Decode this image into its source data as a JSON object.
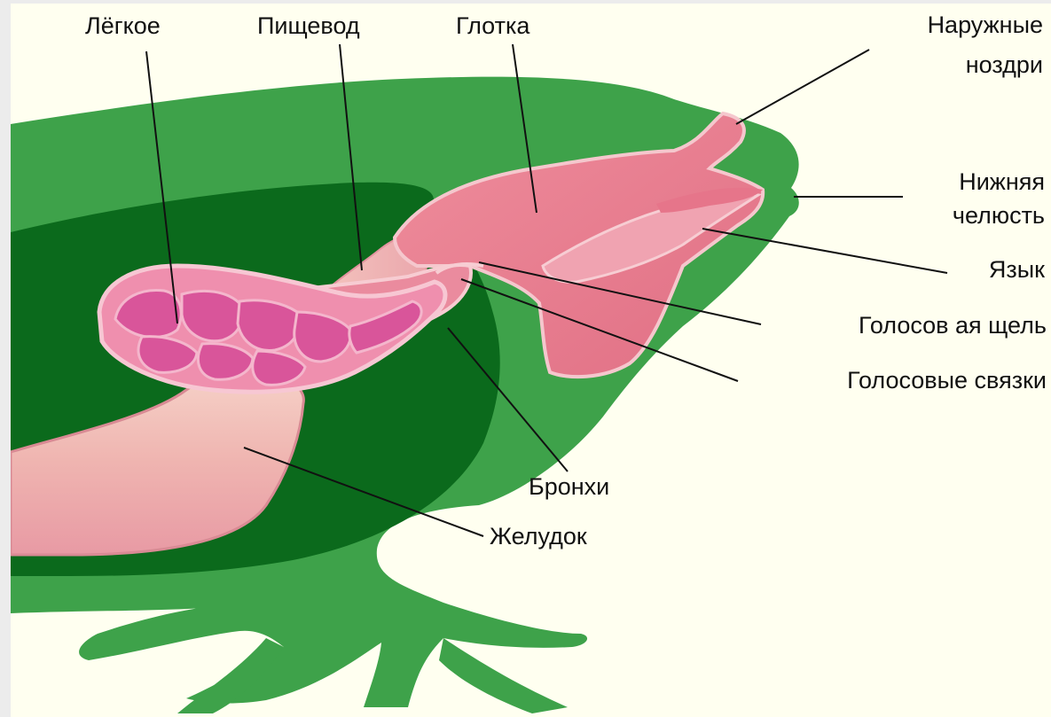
{
  "diagram": {
    "labels": {
      "lung": "Лёгкое",
      "esophagus": "Пищевод",
      "pharynx": "Глотка",
      "nostrils_line1": "Наружные",
      "nostrils_line2": "ноздри",
      "jaw_line1": "Нижняя",
      "jaw_line2": "челюсть",
      "tongue": "Язык",
      "glottis": "Голосов ая щель",
      "vocal_cords": "Голосовые связки",
      "bronchi": "Бронхи",
      "stomach": "Желудок"
    },
    "colors": {
      "background": "#fffff0",
      "page": "#ececec",
      "body_green": "#3ea24a",
      "dark_green": "#0b6a1c",
      "organ_pink": "#e8788a",
      "organ_light": "#f3b3bd",
      "stomach_tan": "#f2c8c0"
    }
  }
}
